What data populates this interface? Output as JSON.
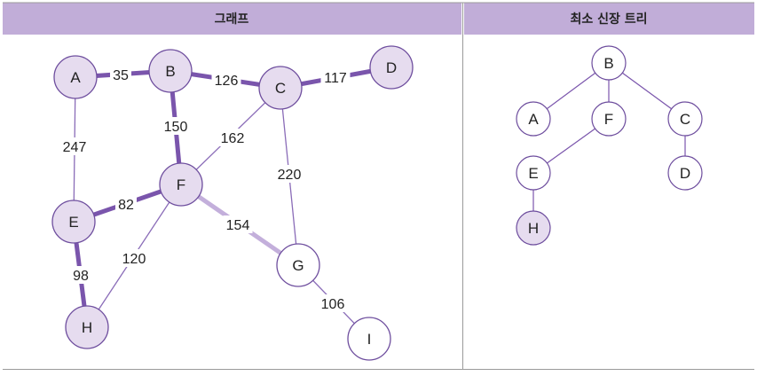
{
  "headers": {
    "graph": "그래프",
    "mst": "최소 신장 트리"
  },
  "colors": {
    "header_bg": "#c1add8",
    "node_fill": "#e6dcef",
    "node_stroke": "#6e4e9e",
    "node_plain_fill": "#ffffff",
    "mst_edge": "#7a55ac",
    "secondary_edge": "#c3afdb",
    "plain_edge": "#8a6cb8",
    "tree_edge": "#7a55ac",
    "divider": "#9a9a9a"
  },
  "graph": {
    "nodes": [
      {
        "id": "A",
        "label": "A",
        "style": "filled"
      },
      {
        "id": "B",
        "label": "B",
        "style": "filled"
      },
      {
        "id": "C",
        "label": "C",
        "style": "filled"
      },
      {
        "id": "D",
        "label": "D",
        "style": "filled"
      },
      {
        "id": "E",
        "label": "E",
        "style": "filled"
      },
      {
        "id": "F",
        "label": "F",
        "style": "filled"
      },
      {
        "id": "G",
        "label": "G",
        "style": "plain"
      },
      {
        "id": "H",
        "label": "H",
        "style": "filled"
      },
      {
        "id": "I",
        "label": "I",
        "style": "plain"
      }
    ],
    "edges": [
      {
        "from": "A",
        "to": "B",
        "weight": "35",
        "style": "mst"
      },
      {
        "from": "B",
        "to": "C",
        "weight": "126",
        "style": "mst"
      },
      {
        "from": "C",
        "to": "D",
        "weight": "117",
        "style": "mst"
      },
      {
        "from": "A",
        "to": "E",
        "weight": "247",
        "style": "plain"
      },
      {
        "from": "B",
        "to": "F",
        "weight": "150",
        "style": "mst"
      },
      {
        "from": "C",
        "to": "F",
        "weight": "162",
        "style": "plain"
      },
      {
        "from": "C",
        "to": "G",
        "weight": "220",
        "style": "plain"
      },
      {
        "from": "E",
        "to": "F",
        "weight": "82",
        "style": "mst"
      },
      {
        "from": "F",
        "to": "G",
        "weight": "154",
        "style": "secondary"
      },
      {
        "from": "F",
        "to": "H",
        "weight": "120",
        "style": "plain"
      },
      {
        "from": "E",
        "to": "H",
        "weight": "98",
        "style": "mst"
      },
      {
        "from": "G",
        "to": "I",
        "weight": "106",
        "style": "plain"
      }
    ]
  },
  "tree": {
    "nodes": [
      {
        "id": "B",
        "label": "B",
        "style": "plain"
      },
      {
        "id": "A",
        "label": "A",
        "style": "plain"
      },
      {
        "id": "F",
        "label": "F",
        "style": "plain"
      },
      {
        "id": "C",
        "label": "C",
        "style": "plain"
      },
      {
        "id": "E",
        "label": "E",
        "style": "plain"
      },
      {
        "id": "D",
        "label": "D",
        "style": "plain"
      },
      {
        "id": "H",
        "label": "H",
        "style": "filled"
      }
    ],
    "edges": [
      {
        "from": "B",
        "to": "A"
      },
      {
        "from": "B",
        "to": "F"
      },
      {
        "from": "B",
        "to": "C"
      },
      {
        "from": "F",
        "to": "E"
      },
      {
        "from": "C",
        "to": "D"
      },
      {
        "from": "E",
        "to": "H"
      }
    ]
  }
}
